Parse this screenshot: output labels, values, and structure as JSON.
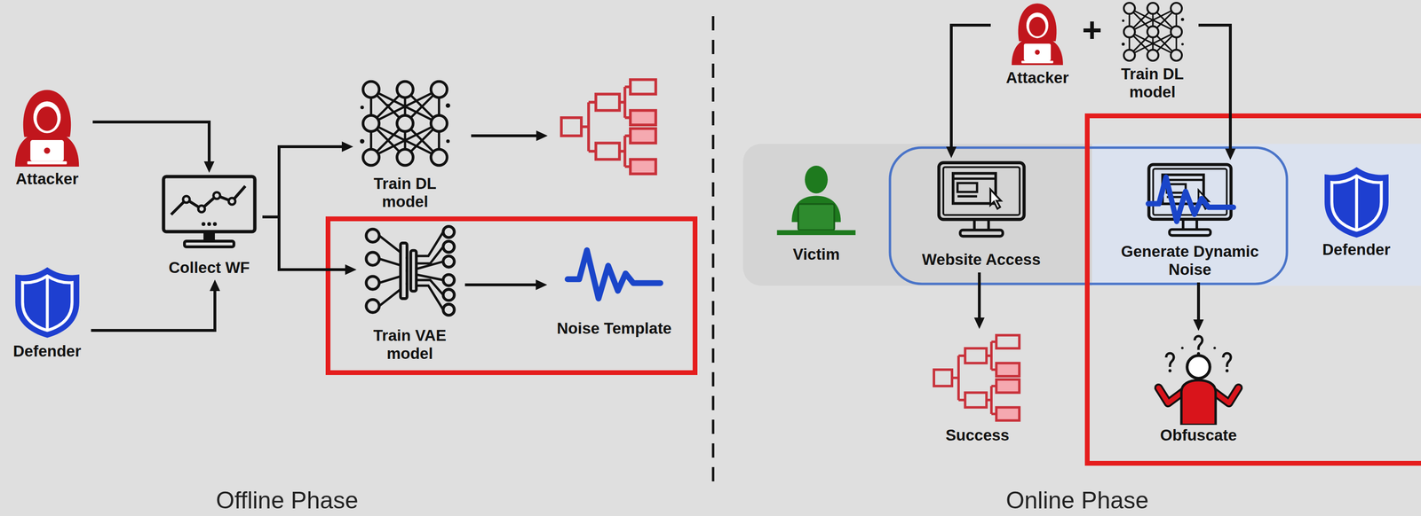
{
  "diagram": {
    "nodes": [
      {
        "text": [
          "Attacker"
        ]
      },
      {
        "text": [
          "Defender"
        ]
      },
      {
        "text": [
          "Collect WF"
        ]
      },
      {
        "text": [
          "Train DL model"
        ]
      },
      {
        "text": [
          "Train VAE model"
        ]
      },
      {
        "text": [
          "Noise Template"
        ]
      },
      {
        "text": [
          "Attacker"
        ]
      },
      {
        "text": [
          "Train DL model"
        ]
      },
      {
        "text": [
          "Victim"
        ]
      },
      {
        "text": [
          "Website Access"
        ]
      },
      {
        "text": [
          "Generate Dynamic Noise"
        ]
      },
      {
        "text": [
          "Defender"
        ]
      },
      {
        "text": [
          "Success"
        ]
      },
      {
        "text": [
          "Obfuscate"
        ]
      }
    ],
    "edges": [
      {
        "from": 0,
        "to": 2,
        "arrow": "to"
      },
      {
        "from": 1,
        "to": 2,
        "arrow": "to"
      },
      {
        "from": 2,
        "to": 3,
        "arrow": "to"
      },
      {
        "from": 2,
        "to": 4,
        "arrow": "to"
      },
      {
        "from": 4,
        "to": 5,
        "arrow": "to"
      },
      {
        "from": 6,
        "to": 9,
        "arrow": "to"
      },
      {
        "from": 7,
        "to": 10,
        "arrow": "to"
      },
      {
        "from": 9,
        "to": 12,
        "arrow": "to"
      },
      {
        "from": 10,
        "to": 13,
        "arrow": "to"
      }
    ],
    "labels": [
      "+",
      "Offline Phase",
      "Online Phase"
    ]
  }
}
